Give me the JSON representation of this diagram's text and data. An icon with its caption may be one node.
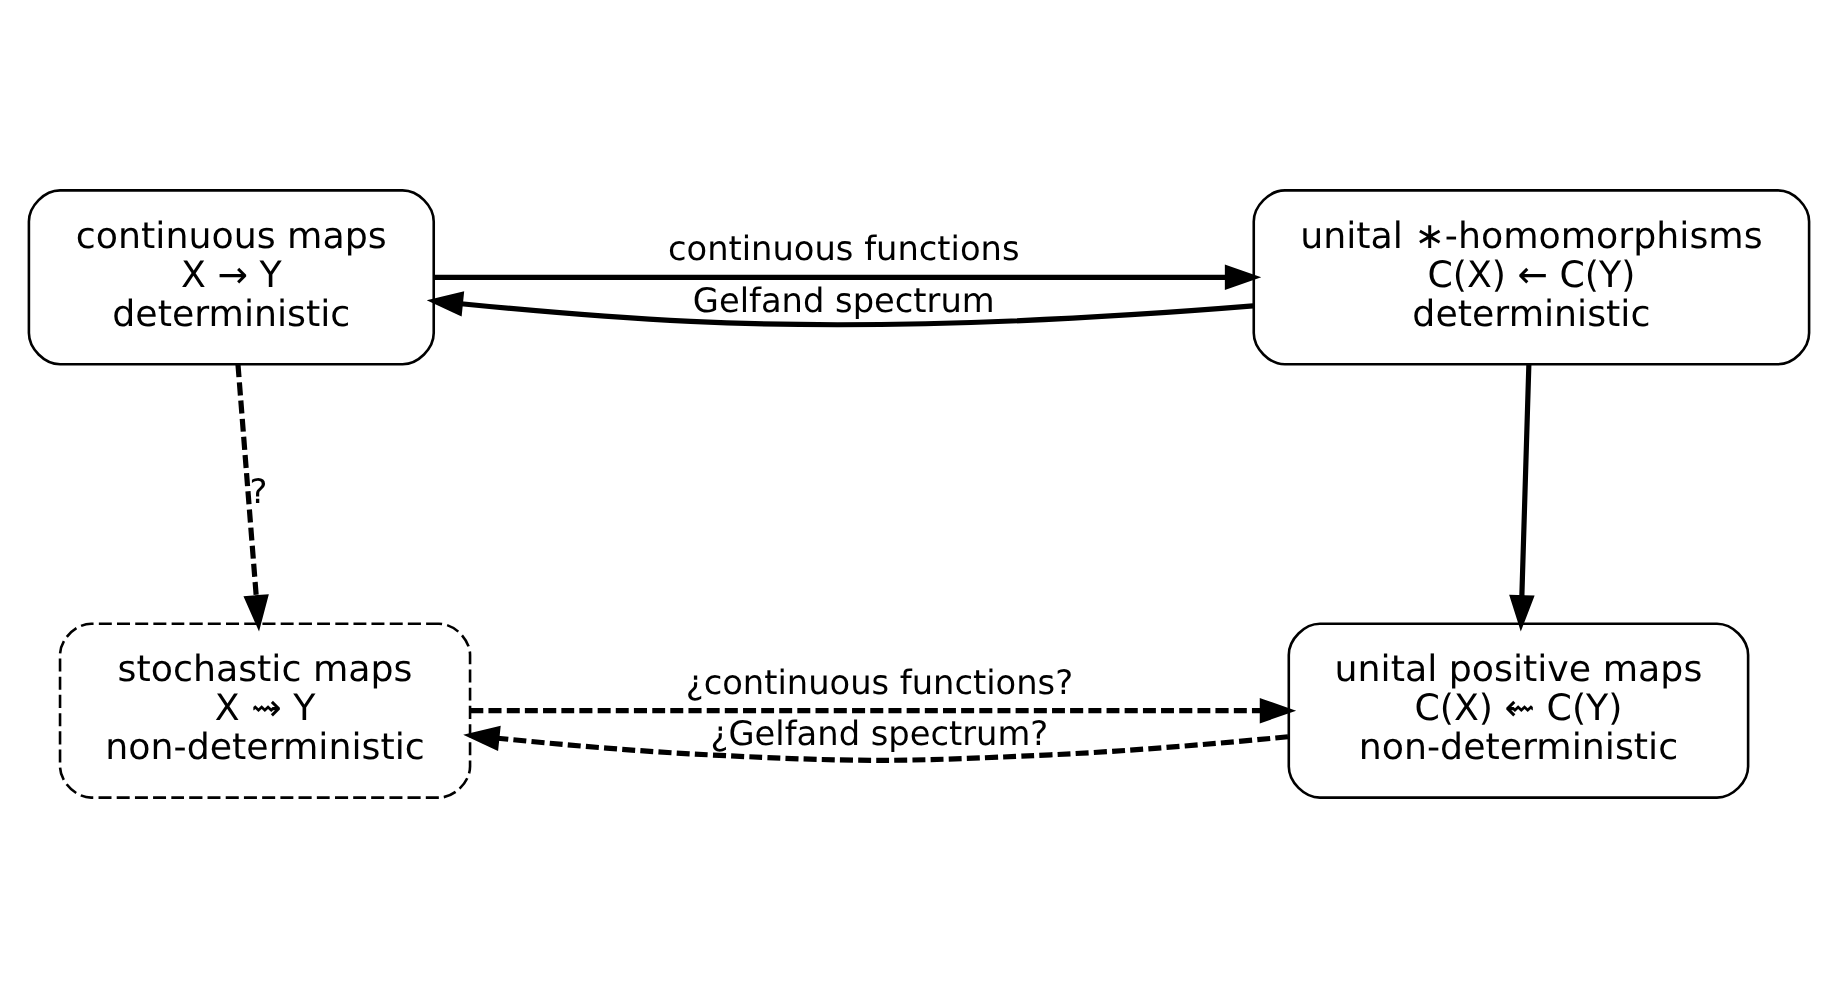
{
  "diagram": {
    "nodes": [
      {
        "text": [
          "continuous maps",
          "X → Y",
          "deterministic"
        ]
      },
      {
        "text": [
          "unital ∗-homomorphisms",
          "C(X) ← C(Y)",
          "deterministic"
        ]
      },
      {
        "text": [
          "stochastic maps",
          "X ⇝ Y",
          "non-deterministic"
        ]
      },
      {
        "text": [
          "unital positive maps",
          "C(X) ⇜ C(Y)",
          "non-deterministic"
        ]
      }
    ],
    "edges": [
      {
        "from": 0,
        "to": 1,
        "arrow": "to",
        "label": "continuous functions"
      },
      {
        "from": 1,
        "to": 0,
        "arrow": "to",
        "label": "Gelfand spectrum"
      },
      {
        "from": 0,
        "to": 2,
        "arrow": "to",
        "label": "?",
        "style": "dashed"
      },
      {
        "from": 1,
        "to": 3,
        "arrow": "to"
      },
      {
        "from": 2,
        "to": 3,
        "arrow": "to",
        "label": "¿continuous functions?",
        "style": "dashed"
      },
      {
        "from": 3,
        "to": 2,
        "arrow": "to",
        "label": "¿Gelfand spectrum?",
        "style": "dashed"
      }
    ]
  }
}
